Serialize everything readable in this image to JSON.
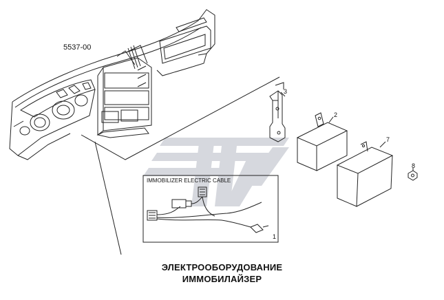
{
  "diagram": {
    "ref_code": "5537-00",
    "cable_box_title": "IMMOBILIZER ELECTRIC CABLE",
    "callouts": {
      "cable": "1",
      "ecu": "2",
      "bracket": "3",
      "cover": "7",
      "nut": "8"
    },
    "caption": {
      "line1": "ЭЛЕКТРООБОРУДОВАНИЕ",
      "line2": "ИММОБИЛАЙЗЕР"
    },
    "watermark_color": "#c9ccd3",
    "line_color": "#222222"
  }
}
